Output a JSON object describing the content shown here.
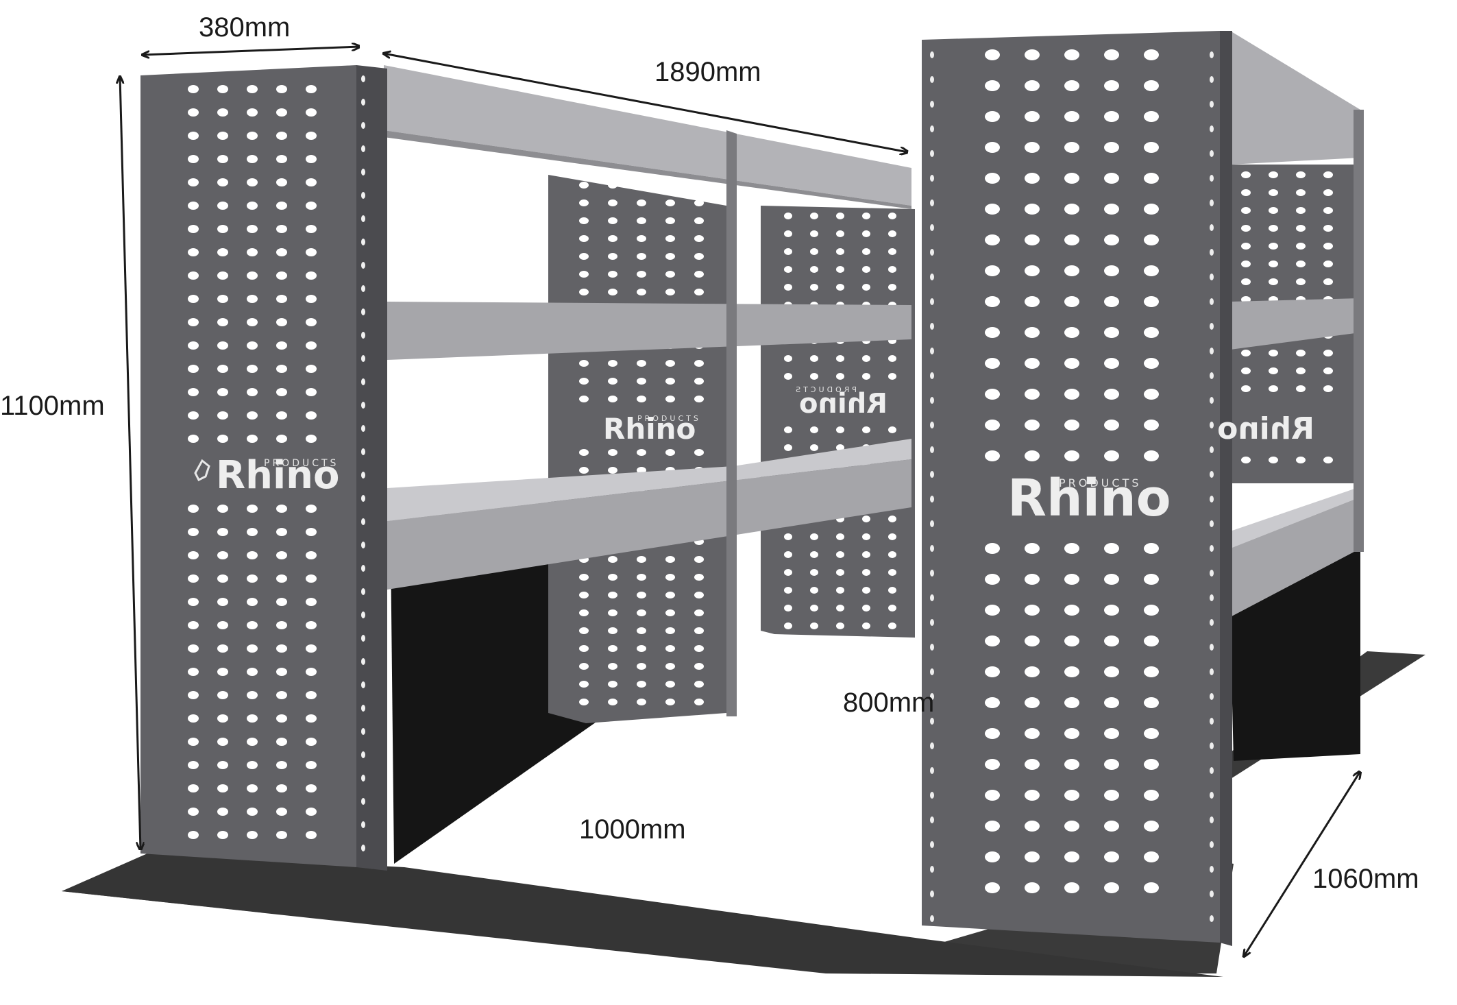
{
  "dimensions": {
    "depth_top": "380mm",
    "length": "1890mm",
    "height": "1100mm",
    "gap_rear": "800mm",
    "gap_floor": "1000mm",
    "depth_right": "1060mm"
  },
  "brand": {
    "name": "Rhino",
    "sub": "PRODUCTS"
  },
  "colors": {
    "panel": "#5f5f63",
    "panel_dark": "#4a4a4e",
    "shelf": "#a9a9ad",
    "shelf_light": "#c4c4c8",
    "floor": "#3a3a3a",
    "void": "#121212",
    "hole": "#ffffff"
  }
}
